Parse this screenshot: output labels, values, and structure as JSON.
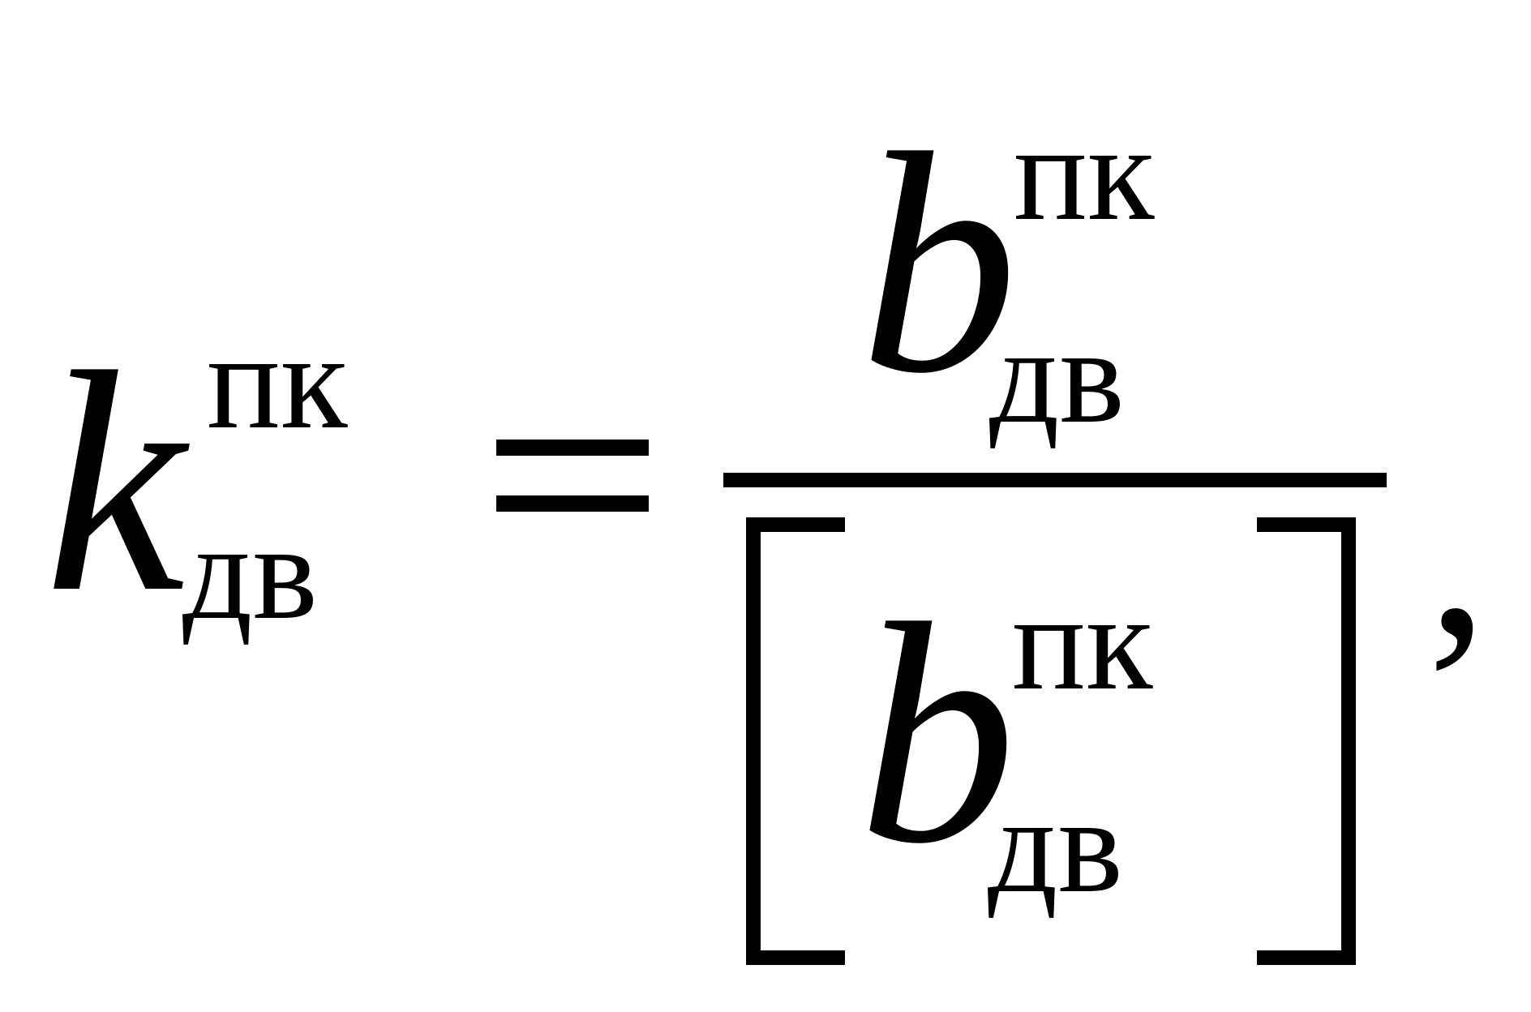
{
  "formula": {
    "lhs": {
      "base": "k",
      "superscript": "пк",
      "subscript": "дв"
    },
    "equals": "=",
    "numerator": {
      "base": "b",
      "superscript": "пк",
      "subscript": "дв"
    },
    "denominator": {
      "base": "b",
      "superscript": "пк",
      "subscript": "дв"
    },
    "trailing_punctuation": ","
  }
}
